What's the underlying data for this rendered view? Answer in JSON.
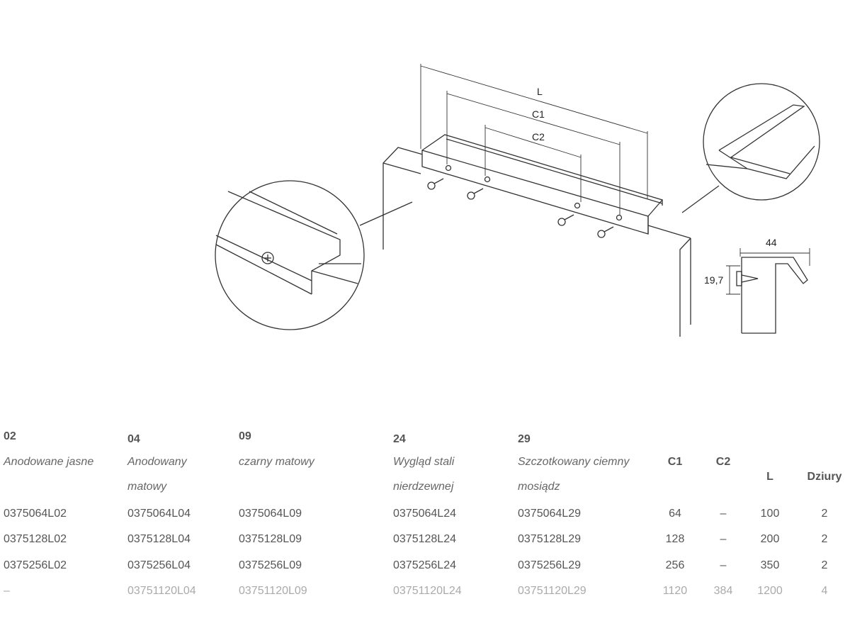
{
  "diagram": {
    "dim_L": "L",
    "dim_C1": "C1",
    "dim_C2": "C2",
    "dim_width": "44",
    "dim_height": "19,7"
  },
  "table": {
    "finish_columns": [
      {
        "code": "02",
        "name_line1": "Anodowane jasne",
        "name_line2": ""
      },
      {
        "code": "04",
        "name_line1": "Anodowany",
        "name_line2": "matowy"
      },
      {
        "code": "09",
        "name_line1": "czarny matowy",
        "name_line2": ""
      },
      {
        "code": "24",
        "name_line1": "Wygląd stali",
        "name_line2": "nierdzewnej"
      },
      {
        "code": "29",
        "name_line1": "Szczotkowany ciemny",
        "name_line2": "mosiądz"
      }
    ],
    "dim_headers": {
      "c1": "C1",
      "c2": "C2",
      "l": "L",
      "holes": "Dziury"
    },
    "rows": [
      {
        "codes": [
          "0375064L02",
          "0375064L04",
          "0375064L09",
          "0375064L24",
          "0375064L29"
        ],
        "c1": "64",
        "c2": "–",
        "l": "100",
        "holes": "2"
      },
      {
        "codes": [
          "0375128L02",
          "0375128L04",
          "0375128L09",
          "0375128L24",
          "0375128L29"
        ],
        "c1": "128",
        "c2": "–",
        "l": "200",
        "holes": "2"
      },
      {
        "codes": [
          "0375256L02",
          "0375256L04",
          "0375256L09",
          "0375256L24",
          "0375256L29"
        ],
        "c1": "256",
        "c2": "–",
        "l": "350",
        "holes": "2"
      },
      {
        "codes": [
          "–",
          "03751120L04",
          "03751120L09",
          "03751120L24",
          "03751120L29"
        ],
        "c1": "1120",
        "c2": "384",
        "l": "1200",
        "holes": "4"
      }
    ]
  }
}
